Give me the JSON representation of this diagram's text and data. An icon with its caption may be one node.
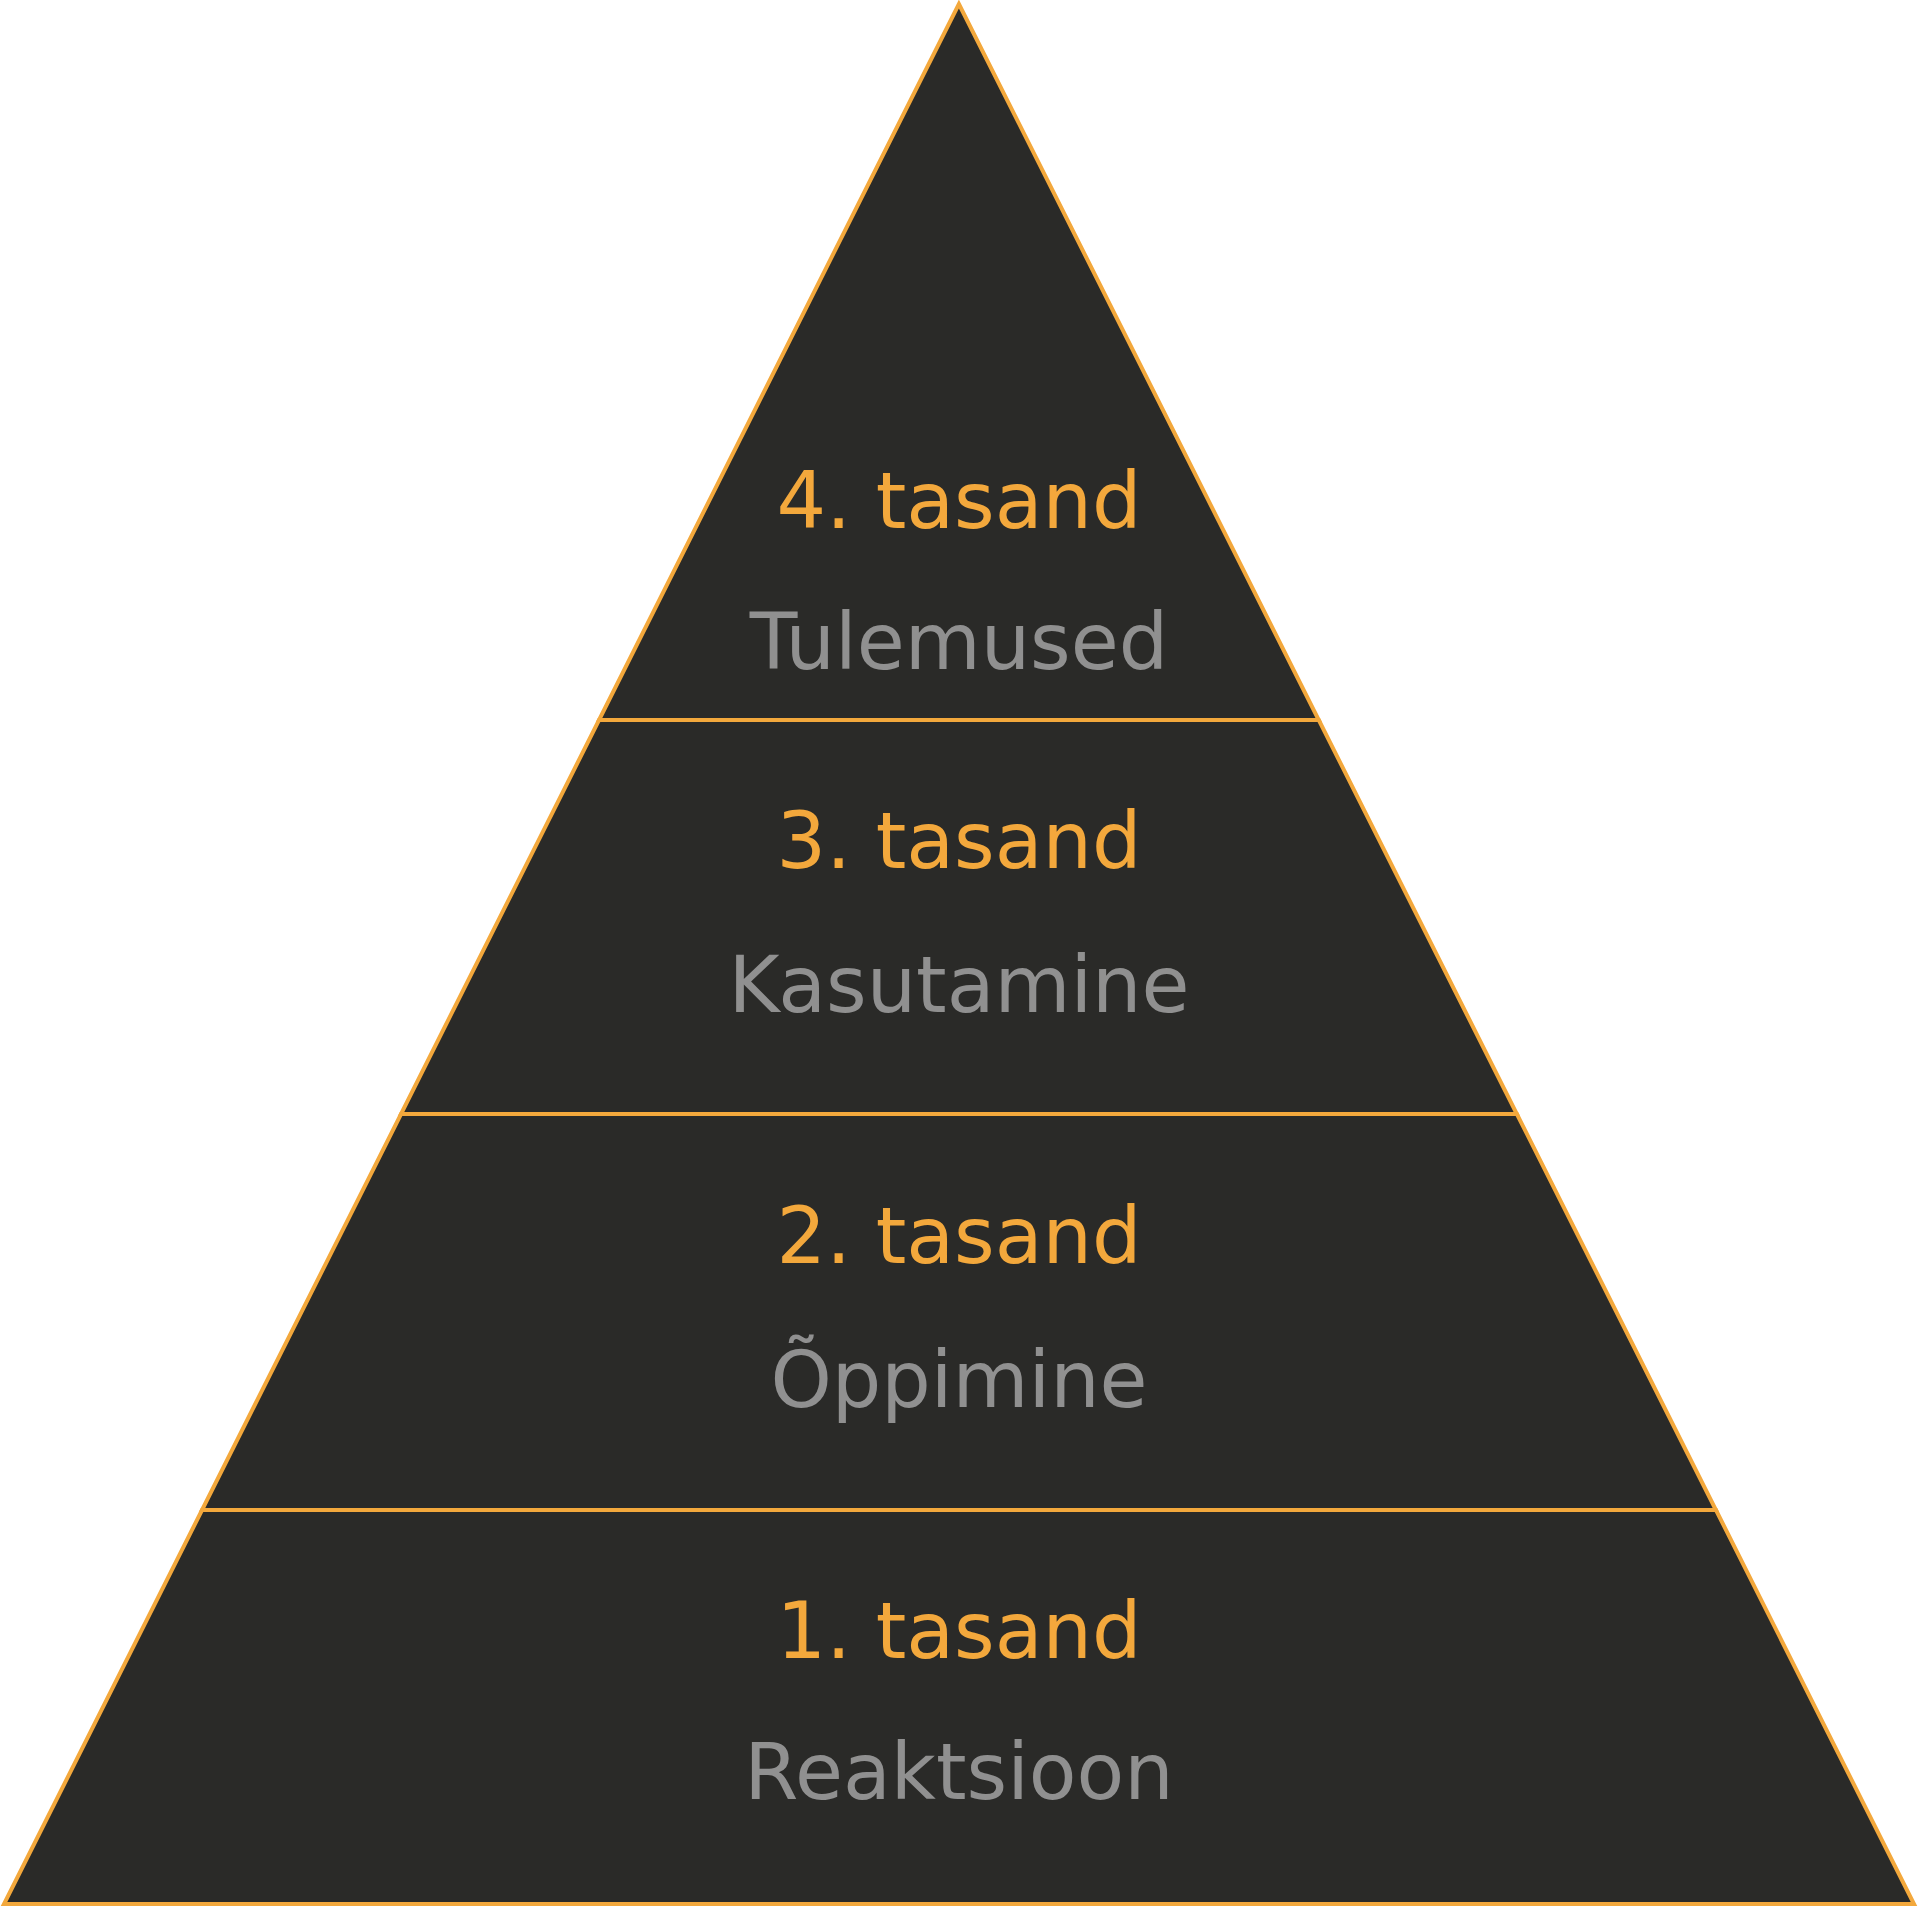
{
  "diagram": {
    "nodes": [
      {
        "text": [
          "4. tasand",
          "Tulemused"
        ]
      },
      {
        "text": [
          "3. tasand",
          "Kasutamine"
        ]
      },
      {
        "text": [
          "2. tasand",
          "Õppimine"
        ]
      },
      {
        "text": [
          "1. tasand",
          "Reaktsioon"
        ]
      }
    ]
  }
}
